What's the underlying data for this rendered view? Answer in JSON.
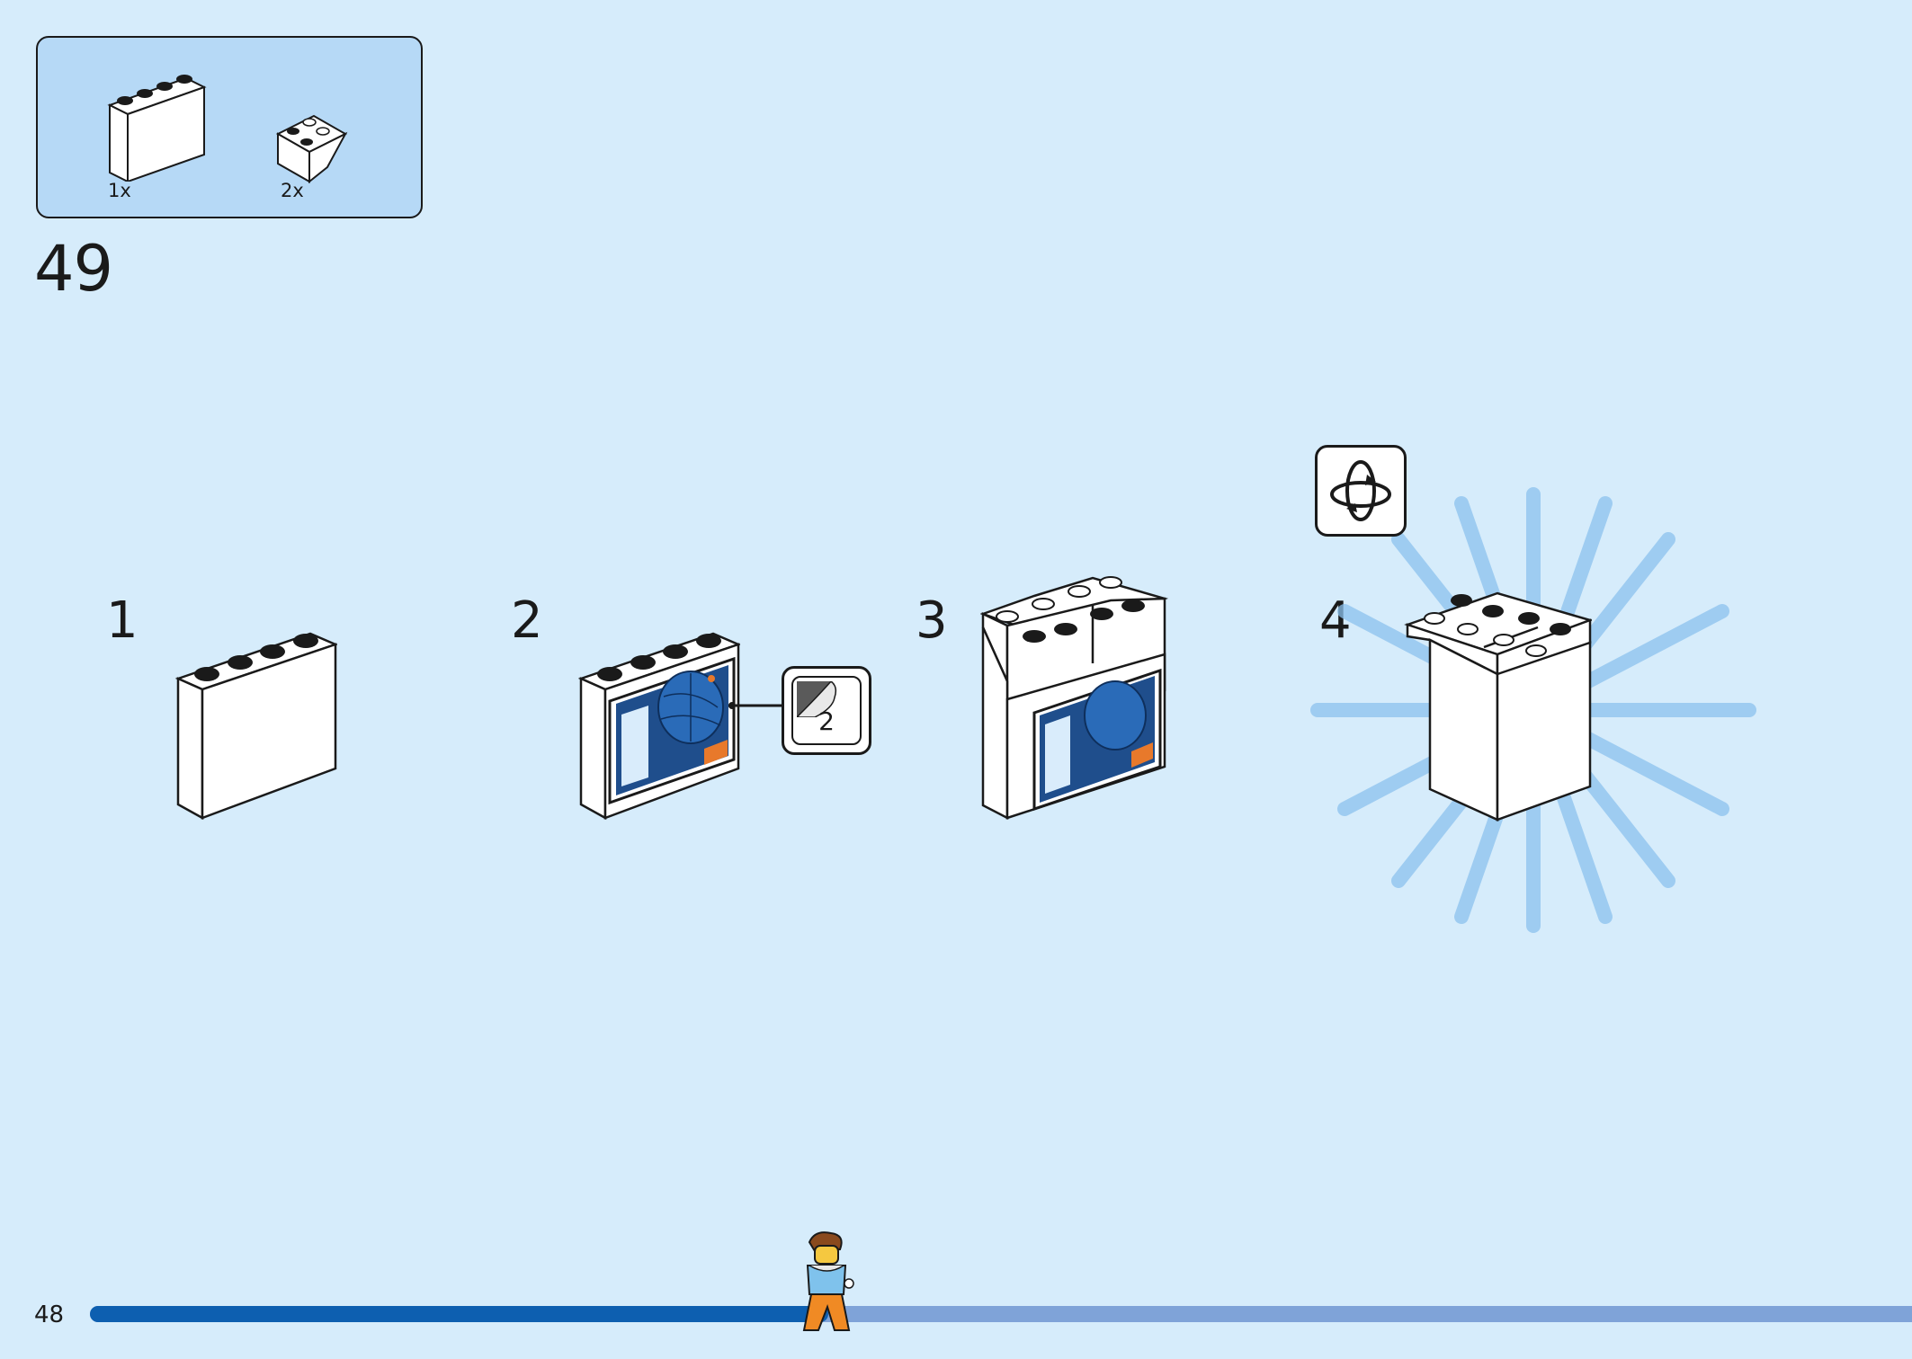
{
  "parts_list": {
    "items": [
      {
        "name": "white-brick-1x4x3-icon",
        "qty": "1x"
      },
      {
        "name": "white-slope-brick-2x2-icon",
        "qty": "2x"
      }
    ]
  },
  "step": {
    "number": "49",
    "substeps": [
      {
        "label": "1"
      },
      {
        "label": "2"
      },
      {
        "label": "3"
      },
      {
        "label": "4"
      }
    ],
    "sticker_count": "2",
    "rotate_icon": "rotate-model-icon"
  },
  "footer": {
    "page_number": "48",
    "progress": 0.405
  },
  "colors": {
    "background": "#d6ecfb",
    "progress_fill": "#0d5fb0",
    "progress_track": "#7fa3d8",
    "burst": "#8cc2ee"
  }
}
